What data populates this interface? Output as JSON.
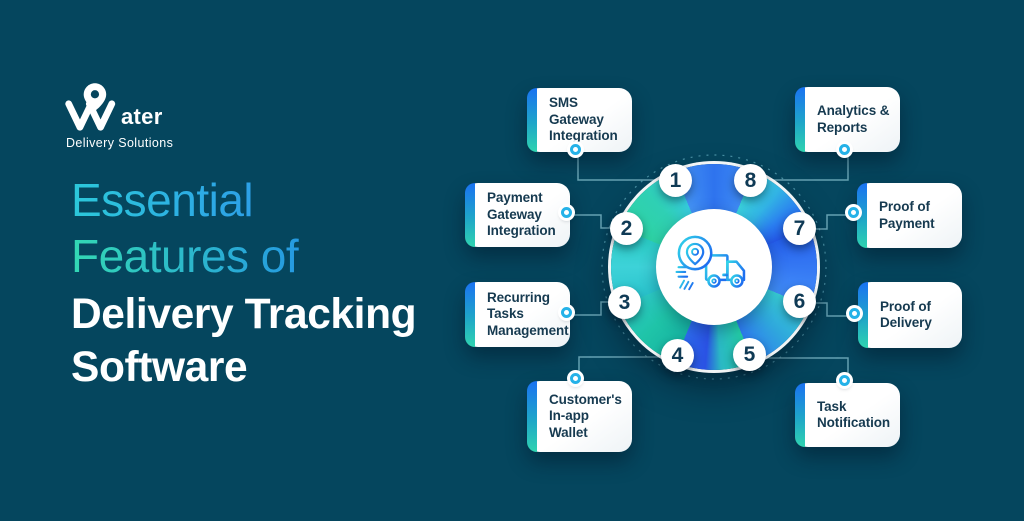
{
  "brand": {
    "name_suffix": "ater",
    "tagline": "Delivery Solutions"
  },
  "title": {
    "line1": "Essential",
    "line2": "Features of",
    "line3": "Delivery Tracking",
    "line4": "Software"
  },
  "diagram": {
    "center_icon": "delivery-truck-with-location-pin",
    "features": [
      {
        "num": "1",
        "label": "SMS\nGateway\nIntegration"
      },
      {
        "num": "2",
        "label": "Payment\nGateway\nIntegration"
      },
      {
        "num": "3",
        "label": "Recurring\nTasks\nManagement"
      },
      {
        "num": "4",
        "label": "Customer's\nIn-app\nWallet"
      },
      {
        "num": "5",
        "label": "Task\nNotification"
      },
      {
        "num": "6",
        "label": "Proof of\nDelivery"
      },
      {
        "num": "7",
        "label": "Proof of\nPayment"
      },
      {
        "num": "8",
        "label": "Analytics &\nReports"
      }
    ]
  },
  "colors": {
    "background": "#05465e",
    "title_gradient_start": "#33d8b4",
    "title_gradient_end": "#1f7ef5",
    "ring_teal": "#2ad3a6",
    "ring_blue": "#2563ee",
    "card_accent_top": "#1a72f2",
    "card_accent_bottom": "#2fd3b0",
    "card_text": "#163a50",
    "number_text": "#0f3a55",
    "connector": "#82becd"
  }
}
